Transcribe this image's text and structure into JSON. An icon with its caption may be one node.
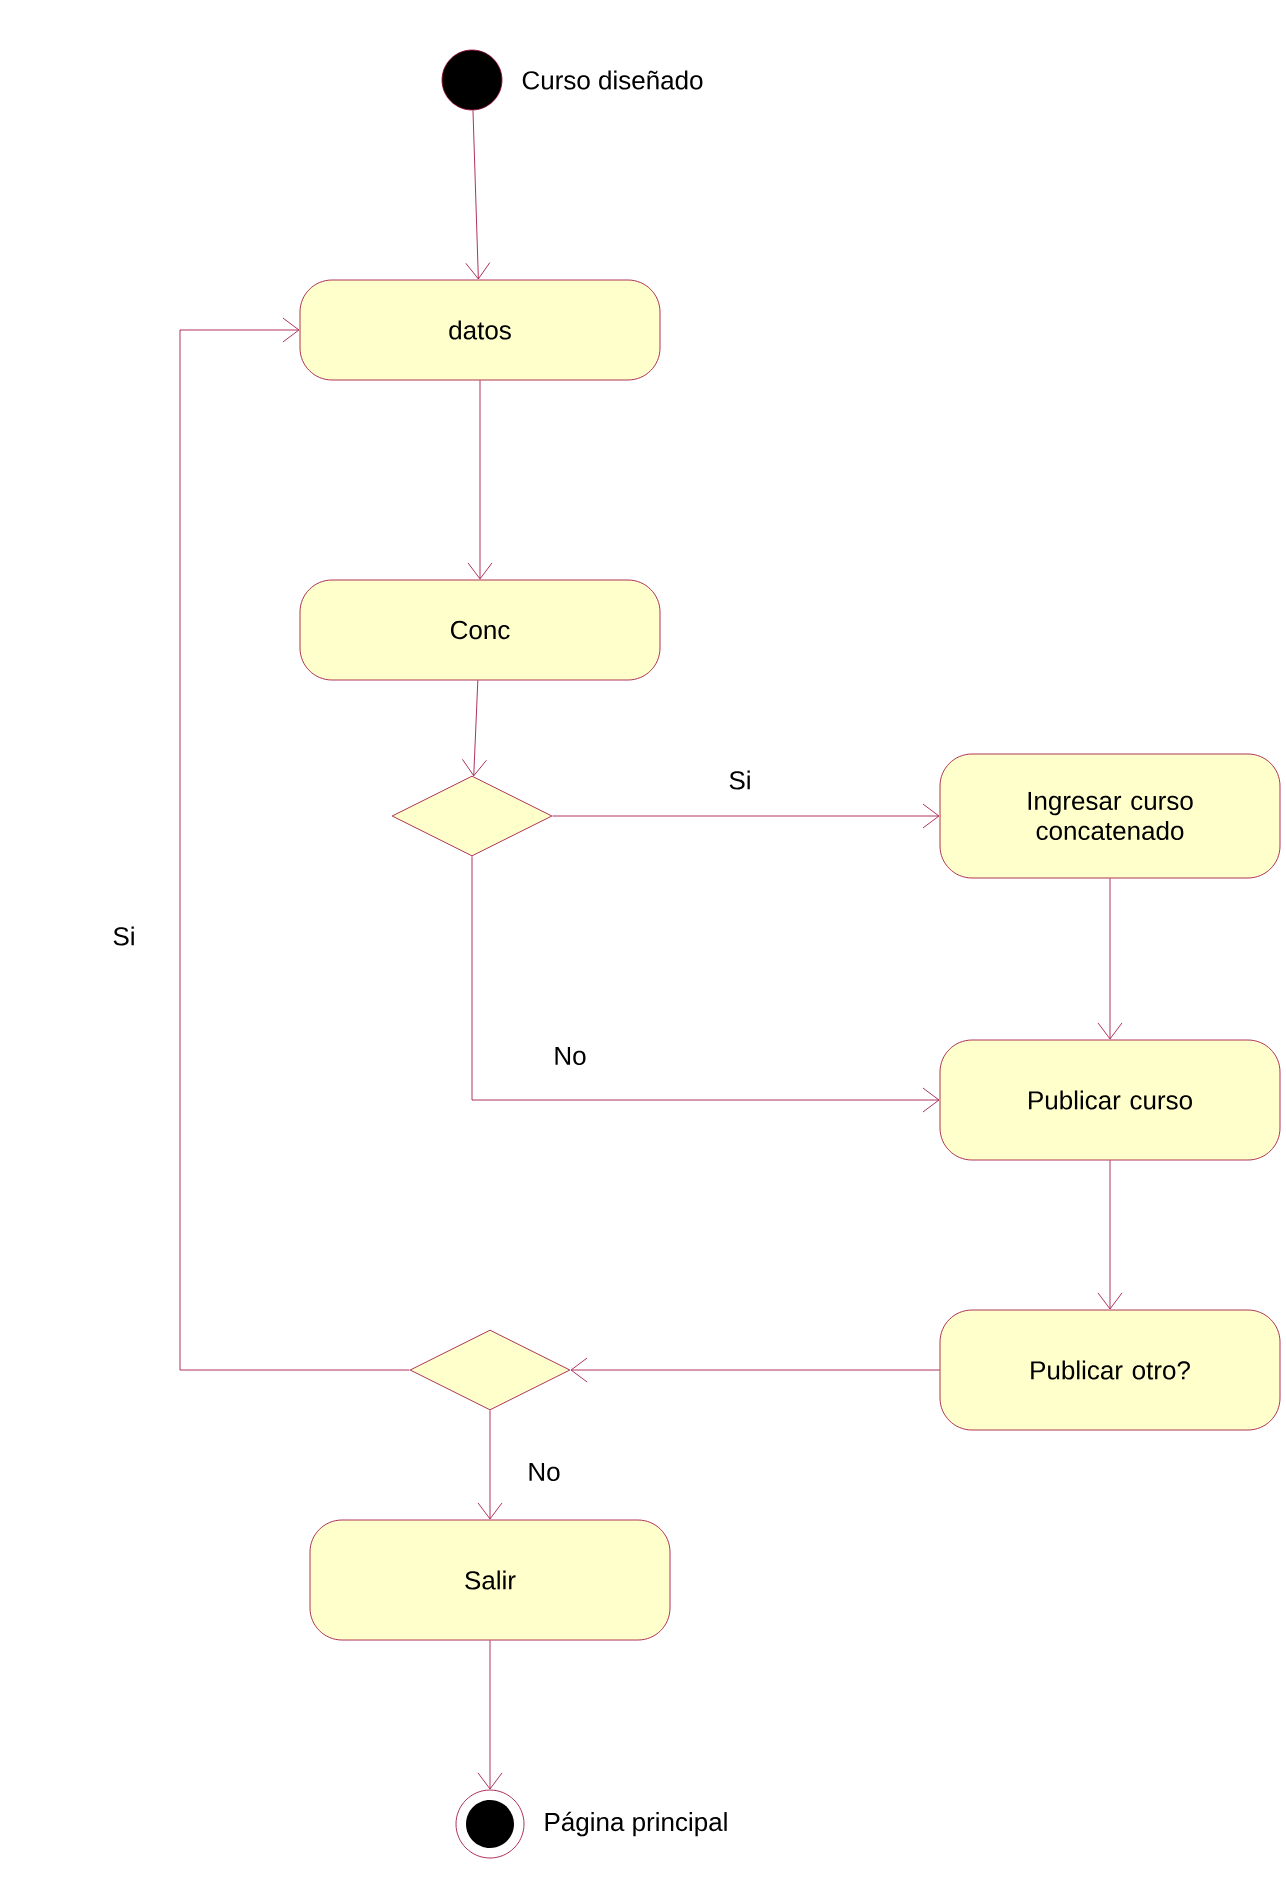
{
  "diagram": {
    "nodes": [
      {
        "text": [],
        "shape": "circle",
        "beside": [
          "Curso diseñado"
        ]
      },
      {
        "text": [
          "datos"
        ]
      },
      {
        "text": [
          "Conc"
        ]
      },
      {
        "text": [],
        "shape": "diamond"
      },
      {
        "text": [
          "Ingresar curso concatenado"
        ]
      },
      {
        "text": [
          "Publicar curso"
        ]
      },
      {
        "text": [
          "Publicar otro?"
        ]
      },
      {
        "text": [],
        "shape": "diamond"
      },
      {
        "text": [
          "Salir"
        ]
      },
      {
        "text": [],
        "shape": "circle",
        "beside": [
          "Página principal"
        ]
      }
    ],
    "edges": [
      {
        "from": 0,
        "to": 1,
        "arrow": "to"
      },
      {
        "from": 1,
        "to": 2,
        "arrow": "to"
      },
      {
        "from": 2,
        "to": 3,
        "arrow": "to"
      },
      {
        "from": 3,
        "to": 4,
        "arrow": "to",
        "label": "Si"
      },
      {
        "from": 3,
        "to": 5,
        "arrow": "to",
        "label": "No"
      },
      {
        "from": 4,
        "to": 5,
        "arrow": "to"
      },
      {
        "from": 5,
        "to": 6,
        "arrow": "to"
      },
      {
        "from": 6,
        "to": 7,
        "arrow": "to"
      },
      {
        "from": 7,
        "to": 1,
        "arrow": "to",
        "label": "Si"
      },
      {
        "from": 7,
        "to": 8,
        "arrow": "to",
        "label": "No"
      },
      {
        "from": 8,
        "to": 9,
        "arrow": "to"
      }
    ]
  }
}
